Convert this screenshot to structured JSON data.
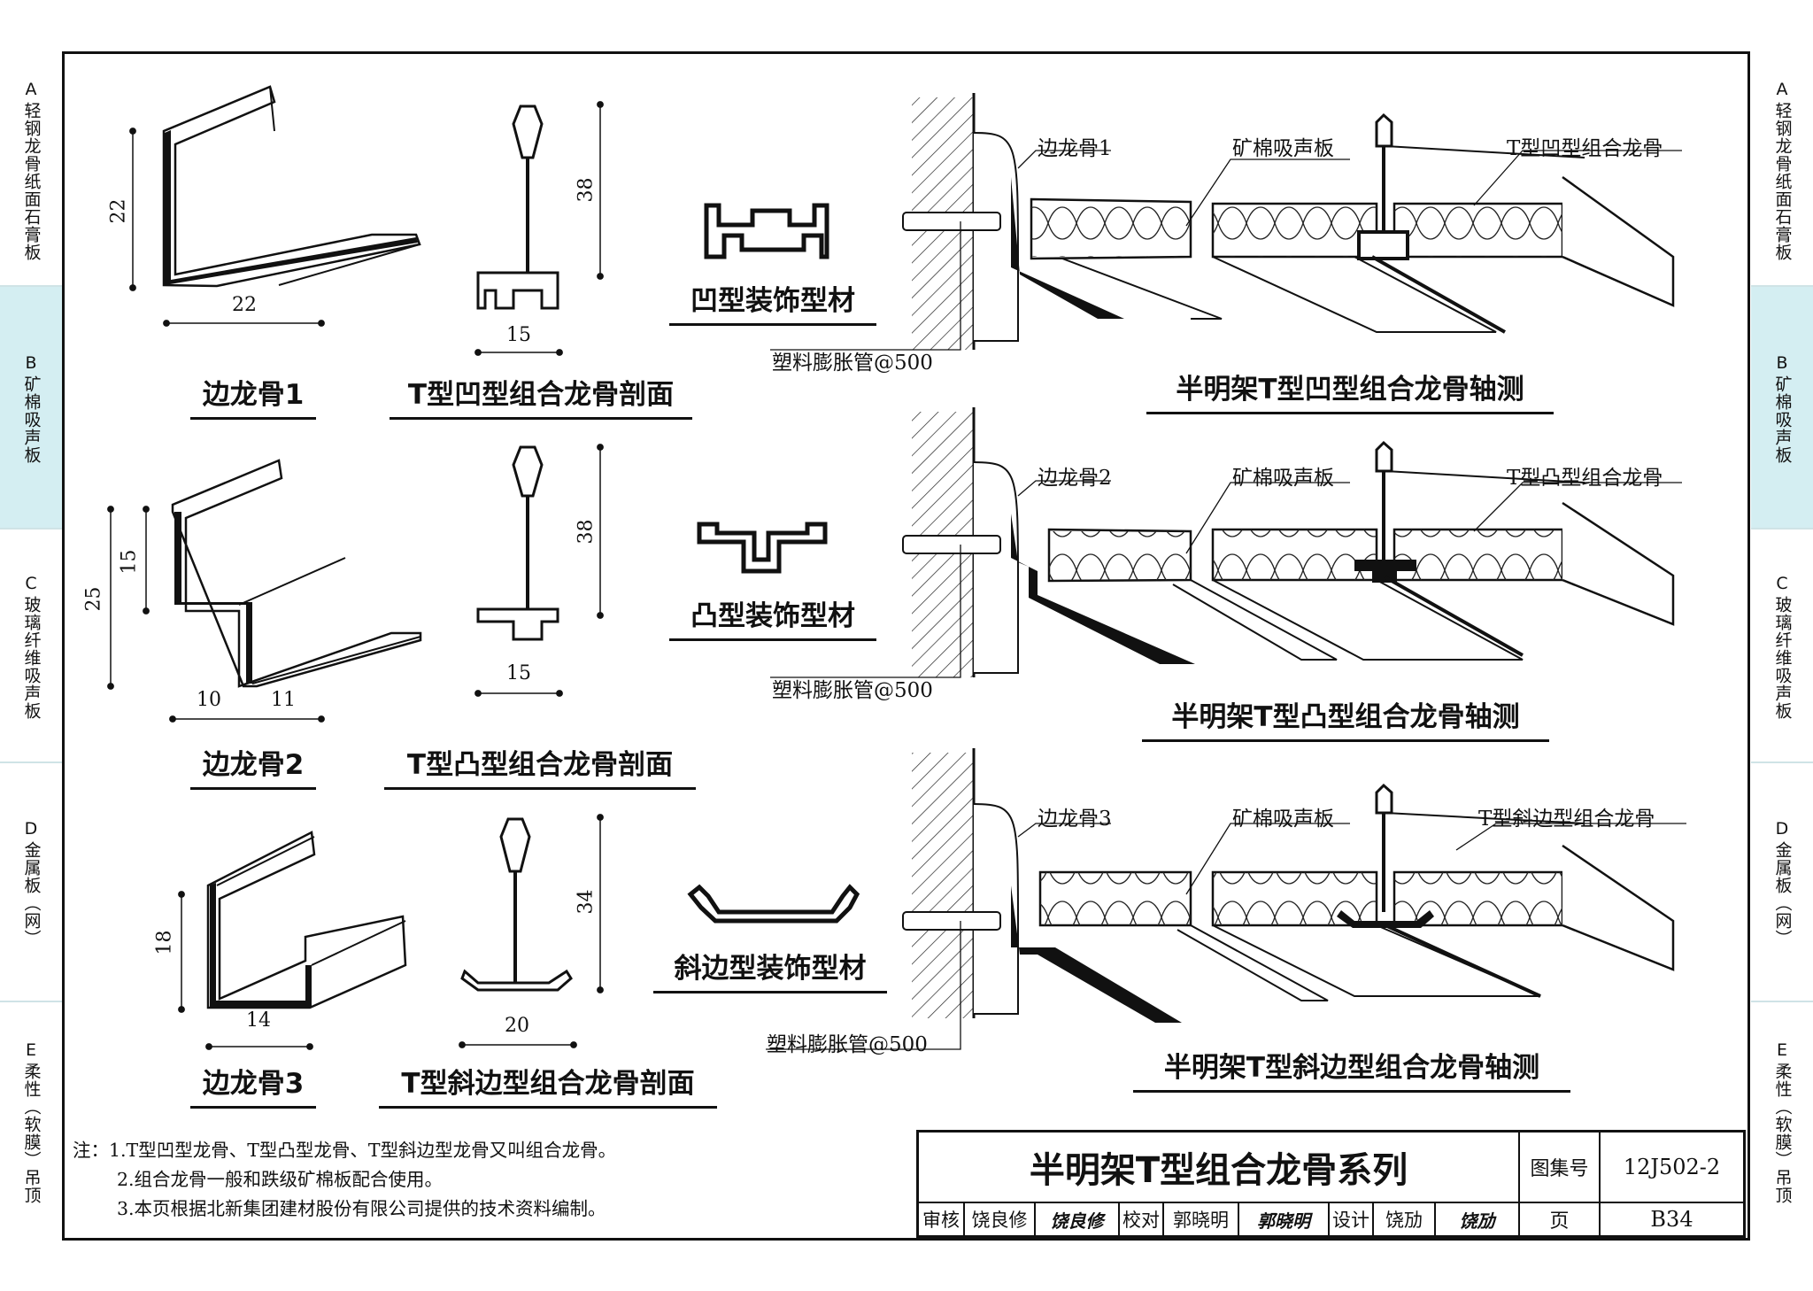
{
  "sidebar": {
    "tabs": [
      {
        "letter": "A",
        "label": "轻钢龙骨纸面石膏板"
      },
      {
        "letter": "B",
        "label": "矿棉吸声板"
      },
      {
        "letter": "C",
        "label": "玻璃纤维吸声板"
      },
      {
        "letter": "D",
        "label": "金属板（网）"
      },
      {
        "letter": "E",
        "label": "柔性（软膜）吊顶"
      }
    ],
    "active_index": 1,
    "active_color": "#d4eef2"
  },
  "row1": {
    "edge_caption": "边龙骨1",
    "section_caption": "T型凹型组合龙骨剖面",
    "profile_caption": "凹型装饰型材",
    "axo_caption": "半明架T型凹型组合龙骨轴测",
    "edge_label": "边龙骨1",
    "board_label": "矿棉吸声板",
    "keel_label": "T型凹型组合龙骨",
    "anchor_label": "塑料膨胀管@500",
    "dims": {
      "edge_h": "22",
      "edge_w": "22",
      "sec_h": "38",
      "sec_w": "15"
    }
  },
  "row2": {
    "edge_caption": "边龙骨2",
    "section_caption": "T型凸型组合龙骨剖面",
    "profile_caption": "凸型装饰型材",
    "axo_caption": "半明架T型凸型组合龙骨轴测",
    "edge_label": "边龙骨2",
    "board_label": "矿棉吸声板",
    "keel_label": "T型凸型组合龙骨",
    "anchor_label": "塑料膨胀管@500",
    "dims": {
      "edge_total": "25",
      "edge_upper": "15",
      "edge_w1": "10",
      "edge_w2": "11",
      "sec_h": "38",
      "sec_w": "15"
    }
  },
  "row3": {
    "edge_caption": "边龙骨3",
    "section_caption": "T型斜边型组合龙骨剖面",
    "profile_caption": "斜边型装饰型材",
    "axo_caption": "半明架T型斜边型组合龙骨轴测",
    "edge_label": "边龙骨3",
    "board_label": "矿棉吸声板",
    "keel_label": "T型斜边型组合龙骨",
    "anchor_label": "塑料膨胀管@500",
    "dims": {
      "edge_h": "18",
      "edge_w": "14",
      "sec_h": "34",
      "sec_w": "20"
    }
  },
  "notes": [
    "注：1.T型凹型龙骨、T型凸型龙骨、T型斜边型龙骨又叫组合龙骨。",
    "2.组合龙骨一般和跌级矿棉板配合使用。",
    "3.本页根据北新集团建材股份有限公司提供的技术资料编制。"
  ],
  "title_block": {
    "title": "半明架T型组合龙骨系列",
    "atlas_label": "图集号",
    "atlas_value": "12J502-2",
    "page_label": "页",
    "page_value": "B34",
    "review_label": "审核",
    "review_name": "饶良修",
    "review_sig": "饶良修",
    "check_label": "校对",
    "check_name": "郭晓明",
    "check_sig": "郭晓明",
    "design_label": "设计",
    "design_name": "饶劢",
    "design_sig": "饶劢"
  }
}
